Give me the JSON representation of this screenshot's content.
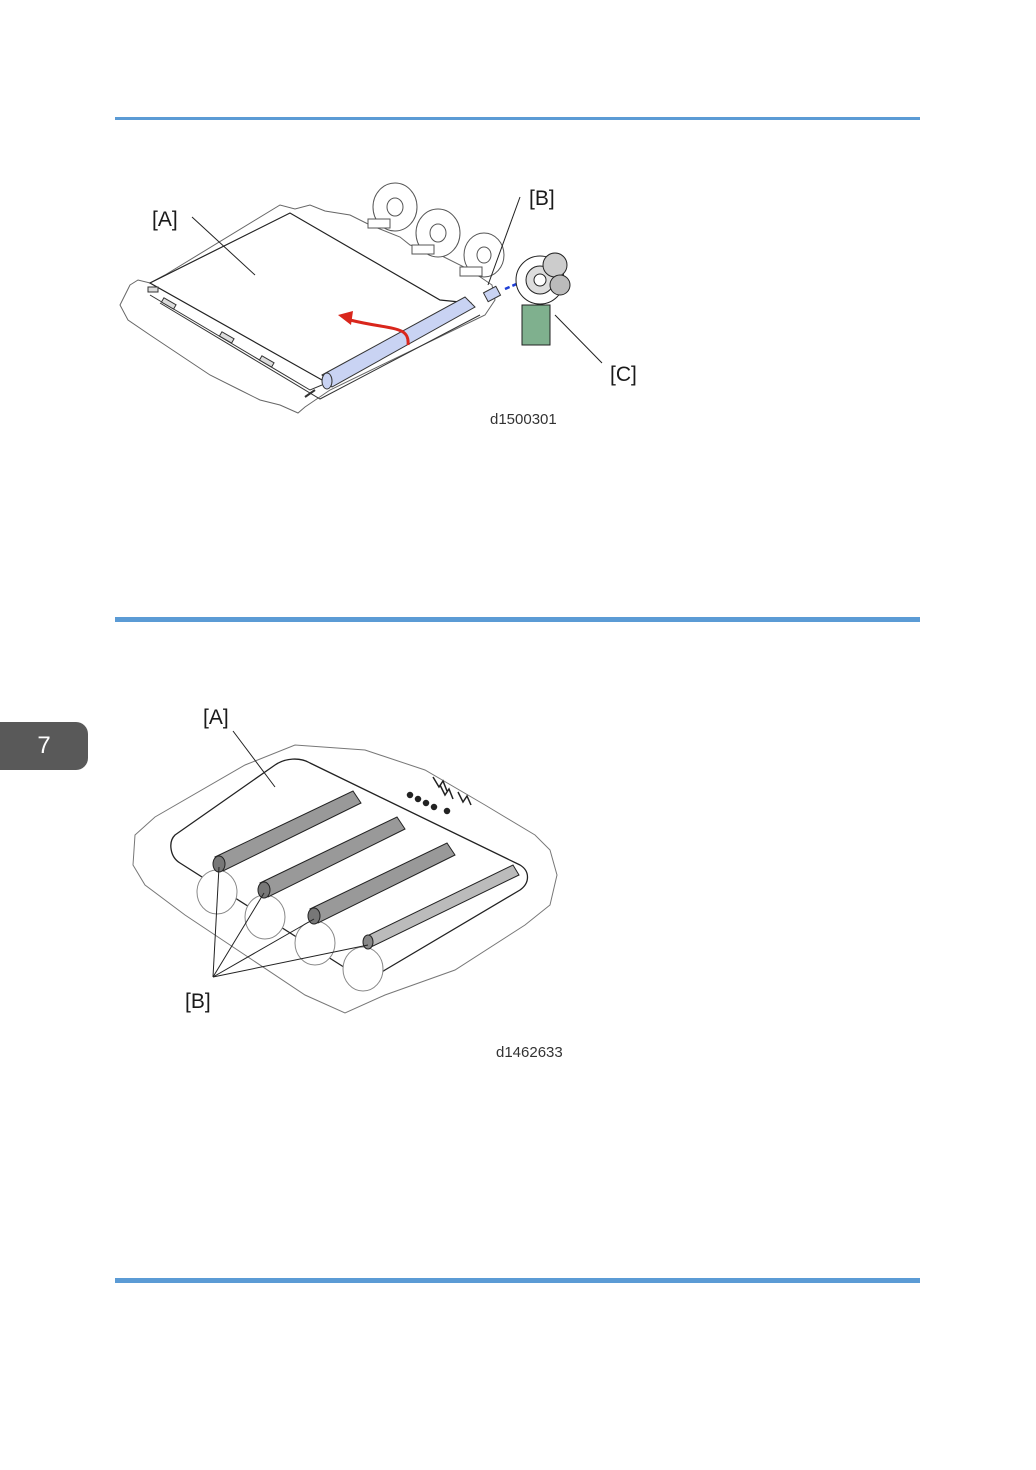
{
  "figure1": {
    "label_a": "[A]",
    "label_b": "[B]",
    "label_c": "[C]",
    "code": "d1500301"
  },
  "figure2": {
    "label_a": "[A]",
    "label_b": "[B]",
    "code": "d1462633"
  },
  "chapter_tab": {
    "number": "7"
  },
  "colors": {
    "rule": "#5b9bd5",
    "arrow_red": "#d9261c",
    "arrow_blue": "#1f3fd6",
    "roller_highlight": "#c9d3f3",
    "board_green": "#7fb08e",
    "tab": "#595959"
  }
}
